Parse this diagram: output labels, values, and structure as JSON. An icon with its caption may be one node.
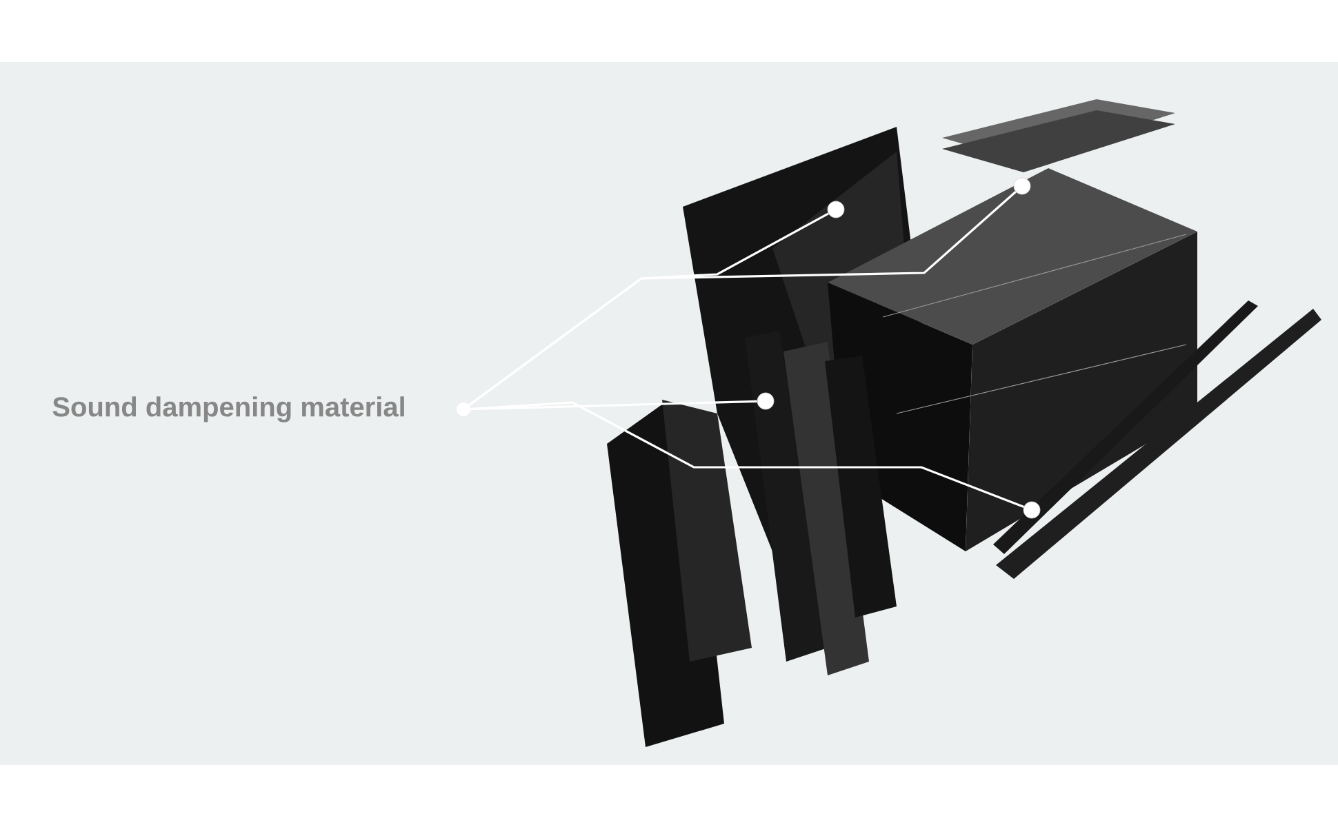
{
  "diagram": {
    "nodes": [
      {
        "text": [
          "Sound dampening material"
        ]
      },
      {
        "text": [],
        "shape": "circle"
      },
      {
        "text": [],
        "shape": "circle"
      },
      {
        "text": [],
        "shape": "circle"
      },
      {
        "text": [],
        "shape": "circle"
      }
    ],
    "edges": [
      {
        "from": 0,
        "to": 1,
        "arrow": "none"
      },
      {
        "from": 0,
        "to": 2,
        "arrow": "none"
      },
      {
        "from": 0,
        "to": 3,
        "arrow": "none"
      },
      {
        "from": 0,
        "to": 4,
        "arrow": "none"
      }
    ]
  }
}
